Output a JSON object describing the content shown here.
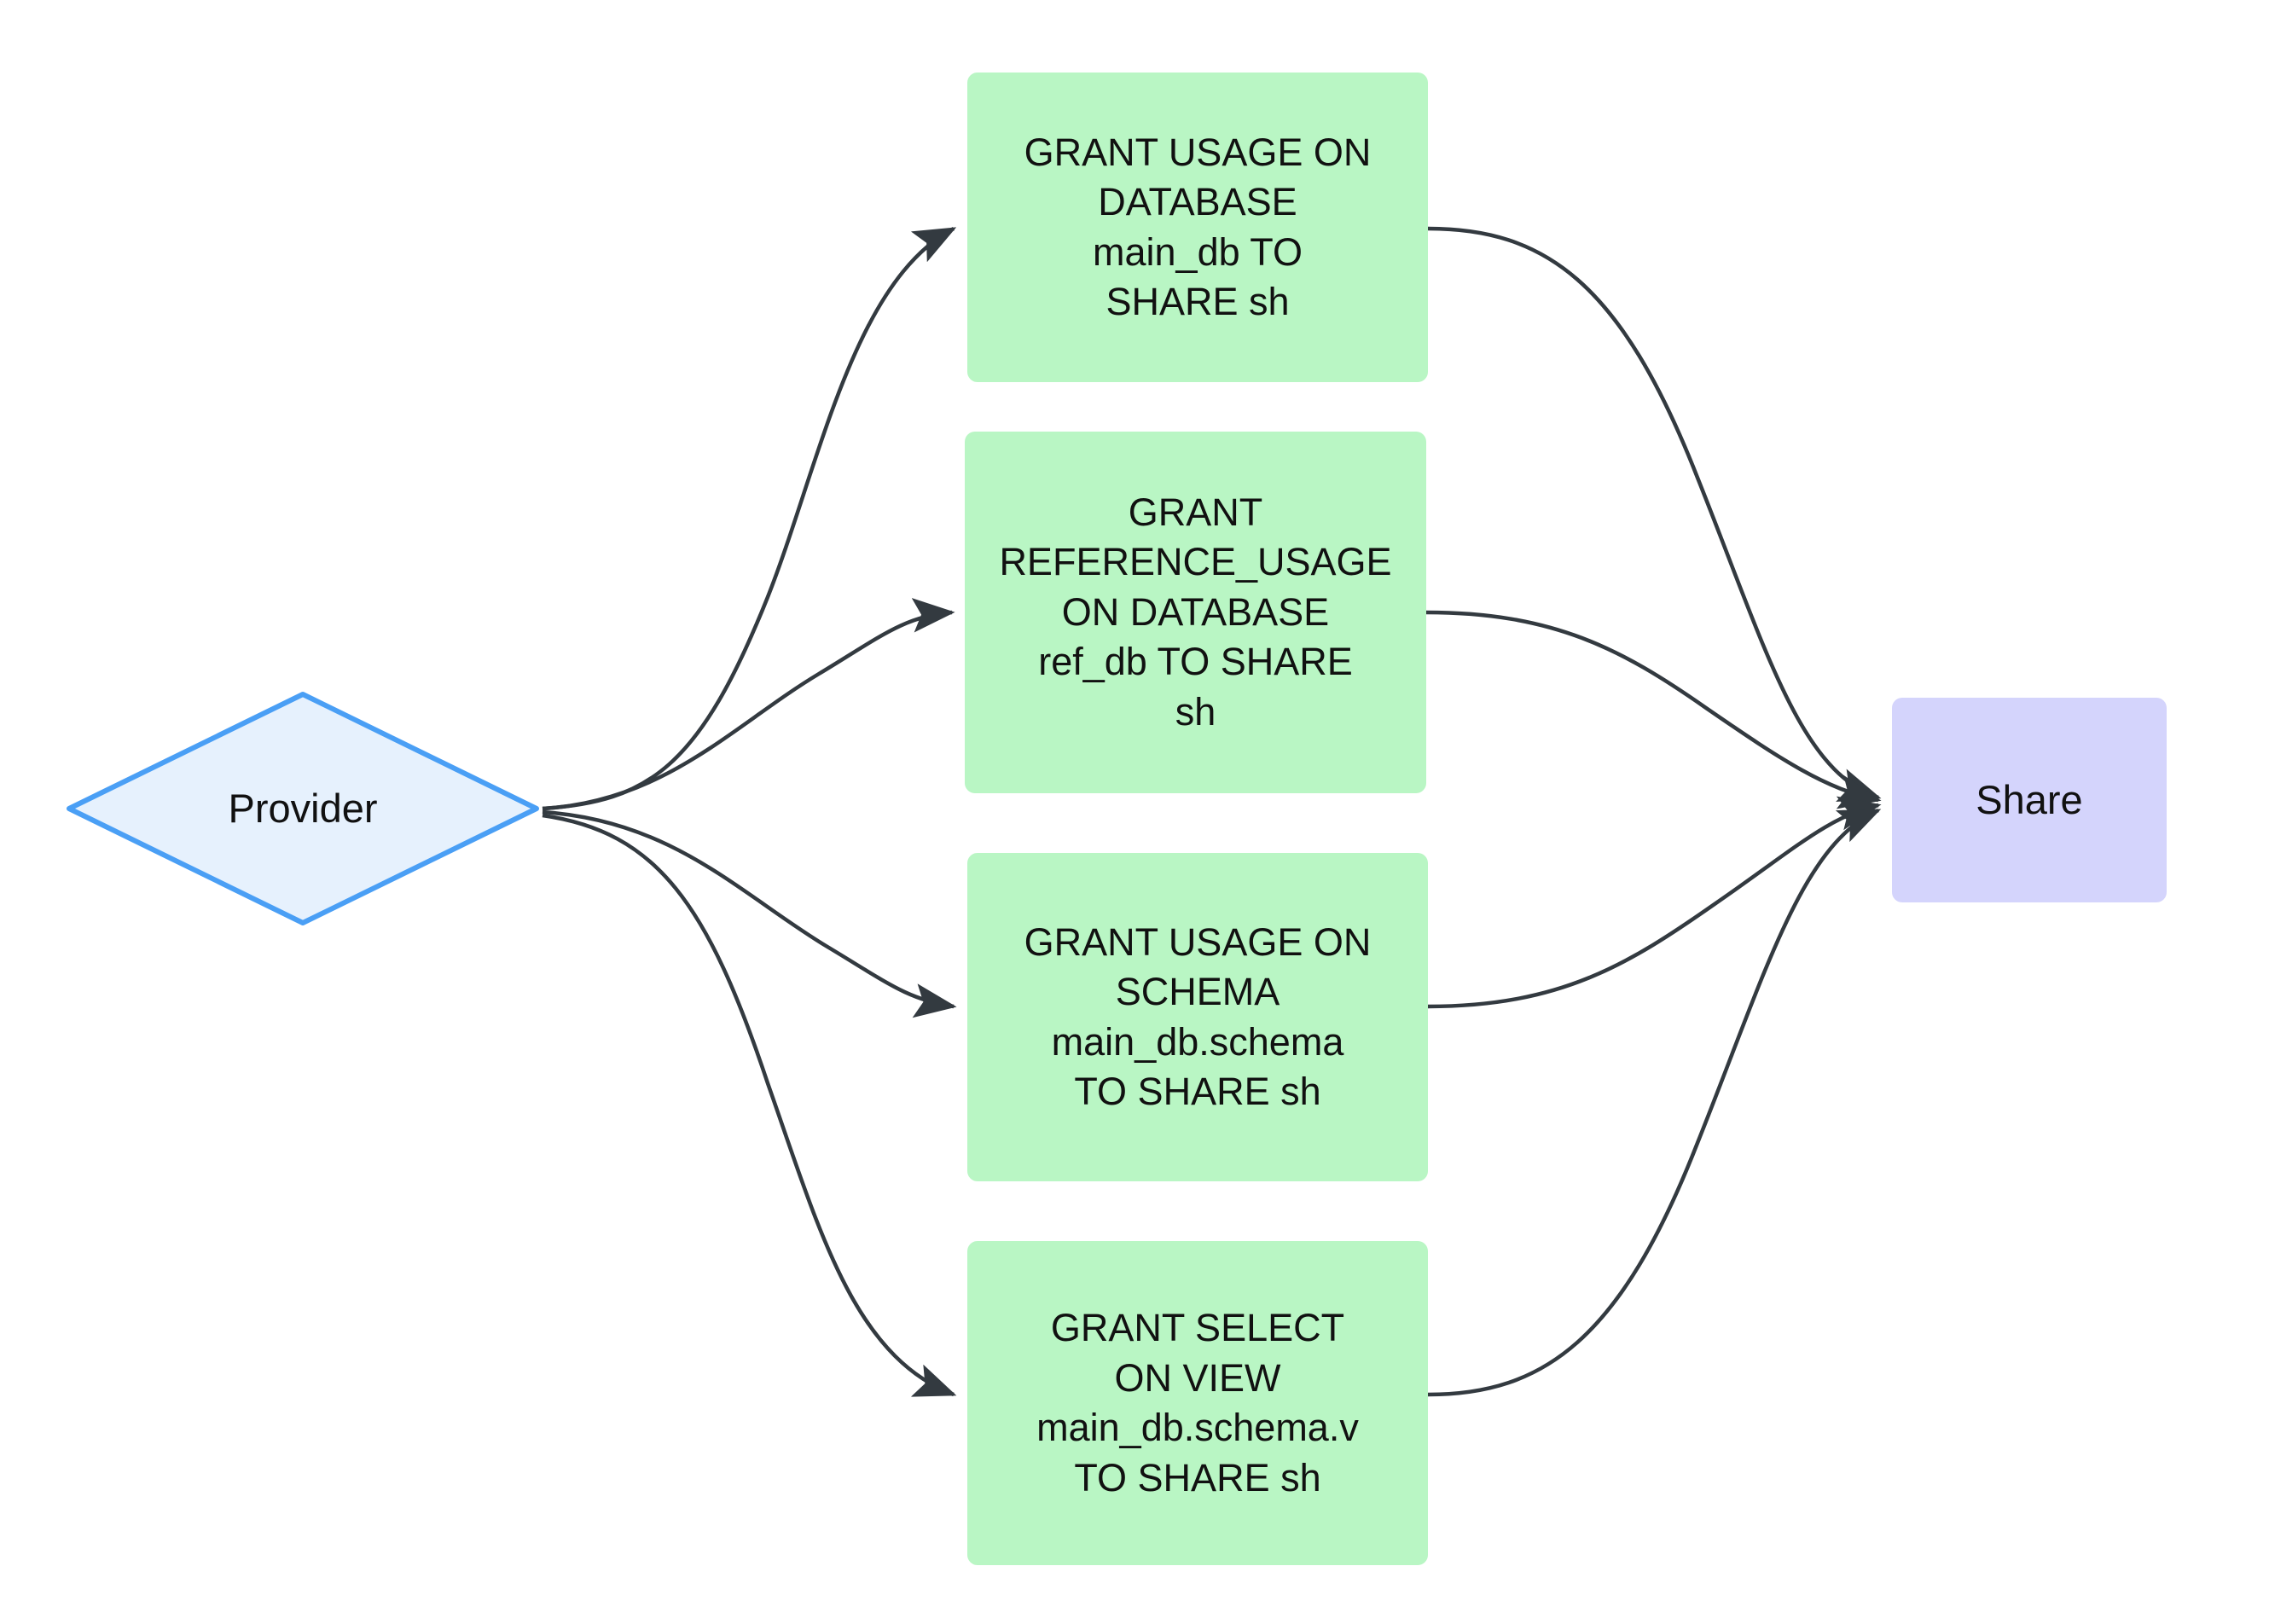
{
  "diagram": {
    "type": "flowchart",
    "direction": "left-to-right",
    "background": "#ffffff",
    "palette": {
      "grant_fill": "#b9f6c4",
      "share_fill": "#d4d4fc",
      "provider_fill": "#e6f1fd",
      "provider_stroke": "#4a9ff5",
      "edge_stroke": "#333a40",
      "text": "#111111"
    },
    "nodes": {
      "provider": {
        "id": "provider",
        "label": "Provider",
        "shape": "diamond",
        "fill": "#e6f1fd",
        "stroke": "#4a9ff5"
      },
      "grants": [
        {
          "id": "grant-usage-database",
          "label": "GRANT USAGE ON\nDATABASE\nmain_db TO\nSHARE sh",
          "shape": "rounded-rect",
          "fill": "#b9f6c4"
        },
        {
          "id": "grant-reference-usage-database",
          "label": "GRANT\nREFERENCE_USAGE\nON DATABASE\nref_db TO SHARE\nsh",
          "shape": "rounded-rect",
          "fill": "#b9f6c4"
        },
        {
          "id": "grant-usage-schema",
          "label": "GRANT USAGE ON\nSCHEMA\nmain_db.schema\nTO SHARE sh",
          "shape": "rounded-rect",
          "fill": "#b9f6c4"
        },
        {
          "id": "grant-select-view",
          "label": "GRANT SELECT\nON VIEW\nmain_db.schema.v\nTO SHARE sh",
          "shape": "rounded-rect",
          "fill": "#b9f6c4"
        }
      ],
      "share": {
        "id": "share",
        "label": "Share",
        "shape": "rounded-rect",
        "fill": "#d4d4fc"
      }
    },
    "edges": [
      {
        "from": "provider",
        "to": "grant-usage-database",
        "arrow": "end",
        "label": ""
      },
      {
        "from": "provider",
        "to": "grant-reference-usage-database",
        "arrow": "end",
        "label": ""
      },
      {
        "from": "provider",
        "to": "grant-usage-schema",
        "arrow": "end",
        "label": ""
      },
      {
        "from": "provider",
        "to": "grant-select-view",
        "arrow": "end",
        "label": ""
      },
      {
        "from": "grant-usage-database",
        "to": "share",
        "arrow": "end",
        "label": ""
      },
      {
        "from": "grant-reference-usage-database",
        "to": "share",
        "arrow": "end",
        "label": ""
      },
      {
        "from": "grant-usage-schema",
        "to": "share",
        "arrow": "end",
        "label": ""
      },
      {
        "from": "grant-select-view",
        "to": "share",
        "arrow": "end",
        "label": ""
      }
    ]
  }
}
